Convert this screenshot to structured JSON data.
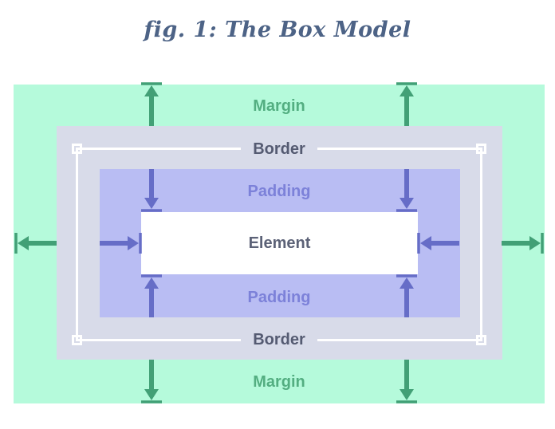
{
  "title": "fig. 1: The Box Model",
  "labels": {
    "margin_top": "Margin",
    "border_top": "Border",
    "padding_top": "Padding",
    "element": "Element",
    "padding_bottom": "Padding",
    "border_bottom": "Border",
    "margin_bottom": "Margin"
  },
  "colors": {
    "title_color": "#4d6386",
    "margin_bg": "#b5fadb",
    "margin_label": "#53ae81",
    "arrow_green": "#42a076",
    "border_bg": "#d8dbe9",
    "border_label": "#555b72",
    "outline_color": "#ffffff",
    "padding_bg": "#b9bdf3",
    "padding_label": "#7c81d9",
    "arrow_purple": "#666dc7",
    "element_bg": "#ffffff",
    "element_label": "#5c6277"
  }
}
